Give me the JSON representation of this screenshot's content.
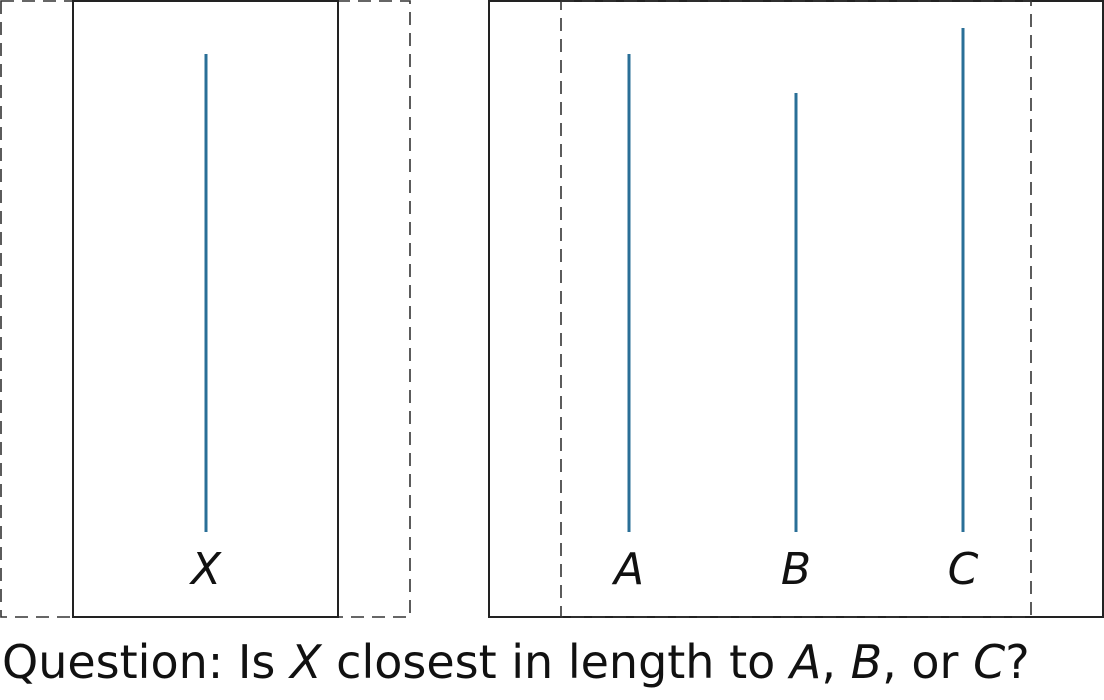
{
  "figure": {
    "line_color": "#2a6f97",
    "reference": {
      "label": "X",
      "length": 478
    },
    "options": [
      {
        "label": "A",
        "length": 478
      },
      {
        "label": "B",
        "length": 439
      },
      {
        "label": "C",
        "length": 504
      }
    ]
  },
  "question": {
    "prefix": "Question: Is ",
    "x": "X",
    "mid": " closest in length to ",
    "a": "A",
    "sep1": ", ",
    "b": "B",
    "sep2": ", or ",
    "c": "C",
    "suffix": "?"
  }
}
